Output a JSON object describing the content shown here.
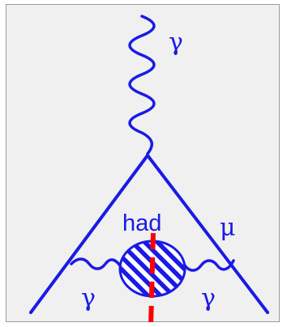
{
  "colors": {
    "panel_background": "#f0f0f0",
    "panel_border": "#9a9a9a",
    "lines": "#1a1ae6",
    "cut": "#ff0000"
  },
  "labels": {
    "photon_top": "γ",
    "hadronic_blob": "had",
    "muon": "μ",
    "photon_left": "γ",
    "photon_right": "γ"
  }
}
